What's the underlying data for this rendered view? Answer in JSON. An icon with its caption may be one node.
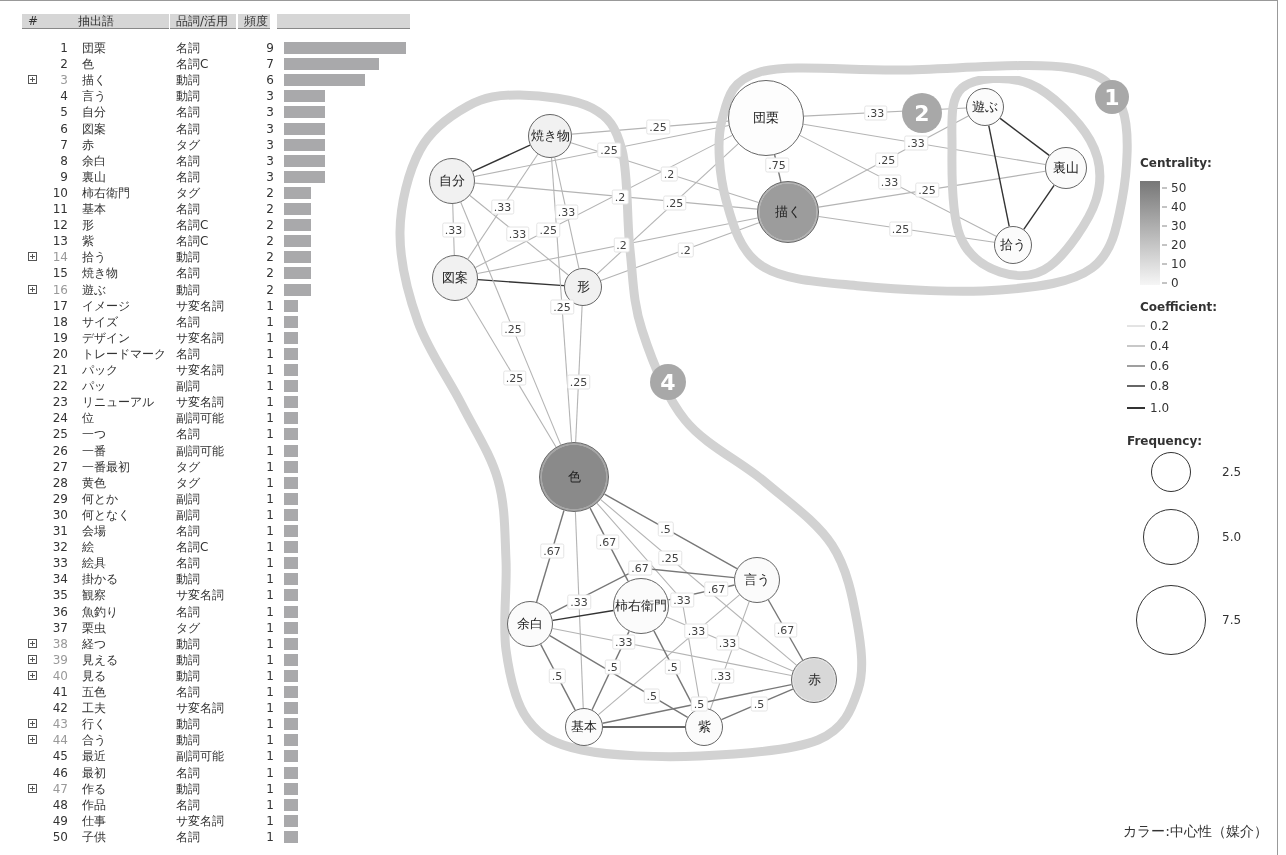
{
  "diagram": {
    "nodes": [
      {
        "text": [
          "4"
        ]
      },
      {
        "text": [
          "焼き物"
        ],
        "in": 0
      },
      {
        "text": [
          "自分"
        ],
        "in": 0
      },
      {
        "text": [
          "図案"
        ],
        "in": 0
      },
      {
        "text": [
          "形"
        ],
        "in": 0
      },
      {
        "text": [
          "色"
        ],
        "in": 0
      },
      {
        "text": [
          "言う"
        ],
        "in": 0
      },
      {
        "text": [
          "柿右衛門"
        ],
        "in": 0
      },
      {
        "text": [
          "余白"
        ],
        "in": 0
      },
      {
        "text": [
          "赤"
        ],
        "in": 0
      },
      {
        "text": [
          "基本"
        ],
        "in": 0
      },
      {
        "text": [
          "紫"
        ],
        "in": 0
      },
      {
        "text": [
          "2"
        ]
      },
      {
        "text": [
          "団栗"
        ],
        "in": 12
      },
      {
        "text": [
          "描く"
        ],
        "in": 12
      },
      {
        "text": [
          "1"
        ],
        "in": 12
      },
      {
        "text": [
          "遊ぶ"
        ],
        "in": 15
      },
      {
        "text": [
          "裏山"
        ],
        "in": 15
      },
      {
        "text": [
          "拾う"
        ],
        "in": 15
      }
    ],
    "edges": [
      {
        "from": 13,
        "to": 16,
        "arrow": "none",
        "label": ".33"
      },
      {
        "from": 13,
        "to": 14,
        "arrow": "none",
        "label": ".75",
        "color": "#777777"
      },
      {
        "from": 13,
        "to": 17,
        "arrow": "none",
        "label": ".33"
      },
      {
        "from": 13,
        "to": 18,
        "arrow": "none",
        "label": ".33"
      },
      {
        "from": 14,
        "to": 16,
        "arrow": "none",
        "label": ".25"
      },
      {
        "from": 14,
        "to": 17,
        "arrow": "none",
        "label": ".25"
      },
      {
        "from": 14,
        "to": 18,
        "arrow": "none",
        "label": ".25"
      },
      {
        "from": 16,
        "to": 17,
        "arrow": "none",
        "color": "#333333"
      },
      {
        "from": 16,
        "to": 18,
        "arrow": "none",
        "color": "#333333"
      },
      {
        "from": 17,
        "to": 18,
        "arrow": "none",
        "color": "#333333"
      },
      {
        "from": 1,
        "to": 13,
        "arrow": "none",
        "label": ".25"
      },
      {
        "from": 2,
        "to": 13,
        "arrow": "none",
        "label": ".25"
      },
      {
        "from": 1,
        "to": 14,
        "arrow": "none",
        "label": ".2"
      },
      {
        "from": 3,
        "to": 13,
        "arrow": "none",
        "label": ".25"
      },
      {
        "from": 2,
        "to": 14,
        "arrow": "none",
        "label": ".2"
      },
      {
        "from": 4,
        "to": 13,
        "arrow": "none",
        "label": ".25"
      },
      {
        "from": 3,
        "to": 14,
        "arrow": "none",
        "label": ".2"
      },
      {
        "from": 4,
        "to": 14,
        "arrow": "none",
        "label": ".2"
      },
      {
        "from": 2,
        "to": 1,
        "arrow": "none",
        "color": "#333333"
      },
      {
        "from": 2,
        "to": 3,
        "arrow": "none",
        "label": ".33"
      },
      {
        "from": 2,
        "to": 4,
        "arrow": "none",
        "label": ".33"
      },
      {
        "from": 1,
        "to": 3,
        "arrow": "none",
        "label": ".33"
      },
      {
        "from": 1,
        "to": 4,
        "arrow": "none",
        "label": ".33"
      },
      {
        "from": 3,
        "to": 4,
        "arrow": "none",
        "color": "#333333"
      },
      {
        "from": 2,
        "to": 5,
        "arrow": "none",
        "label": ".25"
      },
      {
        "from": 3,
        "to": 5,
        "arrow": "none",
        "label": ".25"
      },
      {
        "from": 1,
        "to": 5,
        "arrow": "none",
        "label": ".25"
      },
      {
        "from": 4,
        "to": 5,
        "arrow": "none",
        "label": ".25"
      },
      {
        "from": 5,
        "to": 6,
        "arrow": "none",
        "label": ".5",
        "color": "#777777"
      },
      {
        "from": 5,
        "to": 8,
        "arrow": "none",
        "label": ".67",
        "color": "#777777"
      },
      {
        "from": 5,
        "to": 7,
        "arrow": "none",
        "label": ".67",
        "color": "#777777"
      },
      {
        "from": 5,
        "to": 9,
        "arrow": "none",
        "label": ".25"
      },
      {
        "from": 5,
        "to": 10,
        "arrow": "none",
        "label": ".33"
      },
      {
        "from": 5,
        "to": 11,
        "arrow": "none",
        "label": ".33"
      },
      {
        "from": 8,
        "to": 6,
        "arrow": "none",
        "label": ".67",
        "color": "#777777"
      },
      {
        "from": 7,
        "to": 6,
        "arrow": "none",
        "label": ".67",
        "color": "#777777"
      },
      {
        "from": 8,
        "to": 7,
        "arrow": "none",
        "color": "#333333"
      },
      {
        "from": 6,
        "to": 9,
        "arrow": "none",
        "label": ".67",
        "color": "#777777"
      },
      {
        "from": 6,
        "to": 10,
        "arrow": "none",
        "label": ".33"
      },
      {
        "from": 6,
        "to": 11,
        "arrow": "none",
        "label": ".33"
      },
      {
        "from": 7,
        "to": 9,
        "arrow": "none",
        "label": ".33"
      },
      {
        "from": 8,
        "to": 9,
        "arrow": "none",
        "label": ".33"
      },
      {
        "from": 7,
        "to": 10,
        "arrow": "none",
        "label": ".5",
        "color": "#777777"
      },
      {
        "from": 7,
        "to": 11,
        "arrow": "none",
        "label": ".5",
        "color": "#777777"
      },
      {
        "from": 8,
        "to": 11,
        "arrow": "none",
        "label": ".5",
        "color": "#777777"
      },
      {
        "from": 8,
        "to": 10,
        "arrow": "none",
        "label": ".5",
        "color": "#777777"
      },
      {
        "from": 10,
        "to": 9,
        "arrow": "none",
        "label": ".5",
        "color": "#777777"
      },
      {
        "from": 11,
        "to": 9,
        "arrow": "none",
        "label": ".5",
        "color": "#777777"
      },
      {
        "from": 10,
        "to": 11,
        "arrow": "none",
        "color": "#333333"
      }
    ],
    "labels": [
      "#",
      "抽出語",
      "品詞/活用",
      "頻度",
      "1",
      "団栗",
      "名詞",
      "9",
      "2",
      "色",
      "名詞C",
      "7",
      "3",
      "描く",
      "動詞",
      "6",
      "4",
      "言う",
      "動詞",
      "3",
      "5",
      "自分",
      "名詞",
      "3",
      "6",
      "図案",
      "名詞",
      "3",
      "7",
      "赤",
      "タグ",
      "3",
      "8",
      "余白",
      "名詞",
      "3",
      "9",
      "裏山",
      "名詞",
      "3",
      "10",
      "柿右衛門",
      "タグ",
      "2",
      "11",
      "基本",
      "名詞",
      "2",
      "12",
      "形",
      "名詞C",
      "2",
      "13",
      "紫",
      "名詞C",
      "2",
      "14",
      "拾う",
      "動詞",
      "2",
      "15",
      "焼き物",
      "名詞",
      "2",
      "16",
      "遊ぶ",
      "動詞",
      "2",
      "17",
      "イメージ",
      "サ変名詞",
      "1",
      "18",
      "サイズ",
      "名詞",
      "1",
      "19",
      "デザイン",
      "サ変名詞",
      "1",
      "20",
      "トレードマーク",
      "名詞",
      "1",
      "21",
      "パック",
      "サ変名詞",
      "1",
      "22",
      "パッ",
      "副詞",
      "1",
      "23",
      "リニューアル",
      "サ変名詞",
      "1",
      "24",
      "位",
      "副詞可能",
      "1",
      "25",
      "一つ",
      "名詞",
      "1",
      "26",
      "一番",
      "副詞可能",
      "1",
      "27",
      "一番最初",
      "タグ",
      "1",
      "28",
      "黄色",
      "タグ",
      "1",
      "29",
      "何とか",
      "副詞",
      "1",
      "30",
      "何となく",
      "副詞",
      "1",
      "31",
      "会場",
      "名詞",
      "1",
      "32",
      "絵",
      "名詞C",
      "1",
      "33",
      "絵具",
      "名詞",
      "1",
      "34",
      "掛かる",
      "動詞",
      "1",
      "35",
      "観察",
      "サ変名詞",
      "1",
      "36",
      "魚釣り",
      "名詞",
      "1",
      "37",
      "栗虫",
      "タグ",
      "1",
      "38",
      "経つ",
      "動詞",
      "1",
      "39",
      "見える",
      "動詞",
      "1",
      "40",
      "見る",
      "動詞",
      "1",
      "41",
      "五色",
      "名詞",
      "1",
      "42",
      "工夫",
      "サ変名詞",
      "1",
      "43",
      "行く",
      "動詞",
      "1",
      "44",
      "合う",
      "動詞",
      "1",
      "45",
      "最近",
      "副詞可能",
      "1",
      "46",
      "最初",
      "名詞",
      "1",
      "47",
      "作る",
      "動詞",
      "1",
      "48",
      "作品",
      "名詞",
      "1",
      "49",
      "仕事",
      "サ変名詞",
      "1",
      "50",
      "子供",
      "名詞",
      "1",
      "Centrality:",
      "50",
      "40",
      "30",
      "20",
      "10",
      "0",
      "Coefficient:",
      "Frequency:"
    ],
    "legend": [
      {
        "text": "0.2"
      },
      {
        "text": "0.4"
      },
      {
        "text": "0.6"
      },
      {
        "text": "0.8"
      },
      {
        "text": "1.0"
      },
      {
        "text": "2.5"
      },
      {
        "text": "5.0"
      },
      {
        "text": "7.5"
      }
    ],
    "caption": "カラー:中心性（媒介）"
  }
}
